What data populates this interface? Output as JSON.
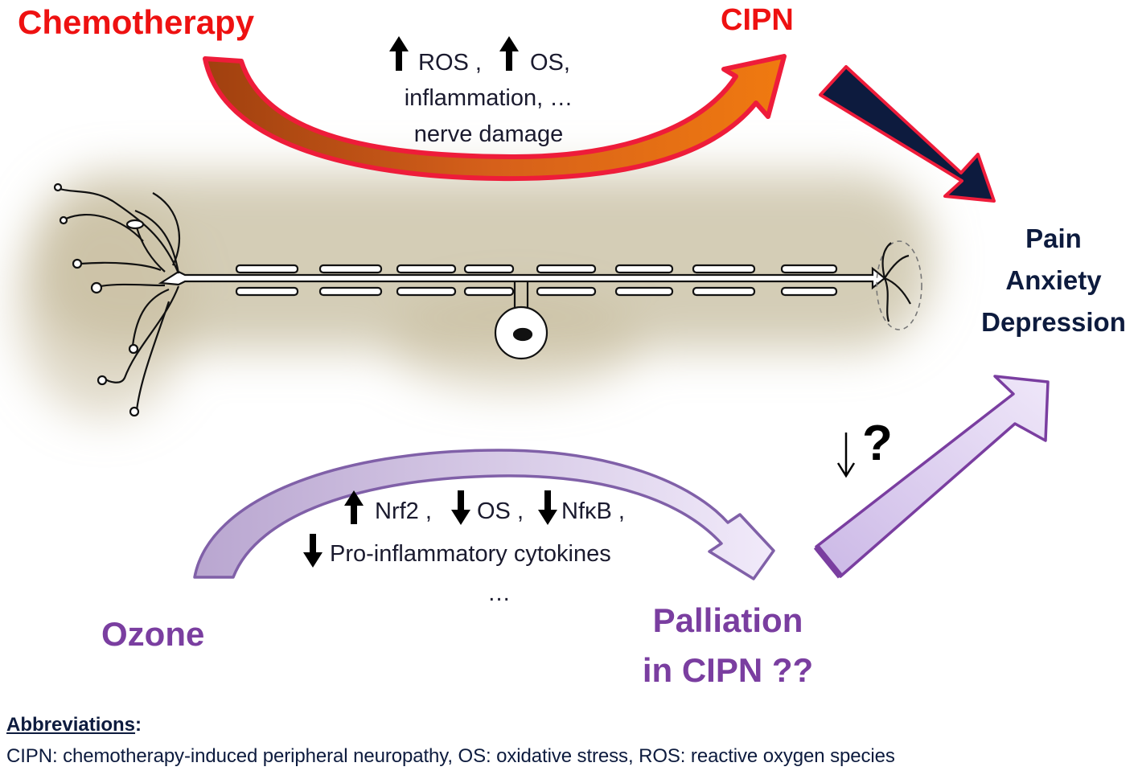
{
  "labels": {
    "chemotherapy": "Chemotherapy",
    "cipn": "CIPN",
    "ozone": "Ozone",
    "palliation_line1": "Palliation",
    "palliation_line2": "in CIPN ??",
    "outcome_pain": "Pain",
    "outcome_anxiety": "Anxiety",
    "outcome_depression": "Depression",
    "question": "?"
  },
  "chemo_mechanism": {
    "line1_a": "ROS ,",
    "line1_b": "OS,",
    "line2": "inflammation, …",
    "line3": "nerve damage"
  },
  "ozone_mechanism": {
    "line1_a": "Nrf2 ,",
    "line1_b": "OS ,",
    "line1_c": "NfκB ,",
    "line2": "Pro-inflammatory cytokines",
    "line3": "…"
  },
  "abbreviations": {
    "title": "Abbreviations",
    "colon": ":",
    "text": "CIPN: chemotherapy-induced peripheral neuropathy, OS: oxidative stress, ROS: reactive oxygen species"
  },
  "colors": {
    "chemo_red": "#ee1111",
    "ozone_purple": "#7a3ea0",
    "dark_navy": "#0d1b3e",
    "light_purple": "#d9c9ee"
  },
  "icons": {
    "up": "arrow-up-icon",
    "down": "arrow-down-icon",
    "neuron": "neuron-icon"
  }
}
